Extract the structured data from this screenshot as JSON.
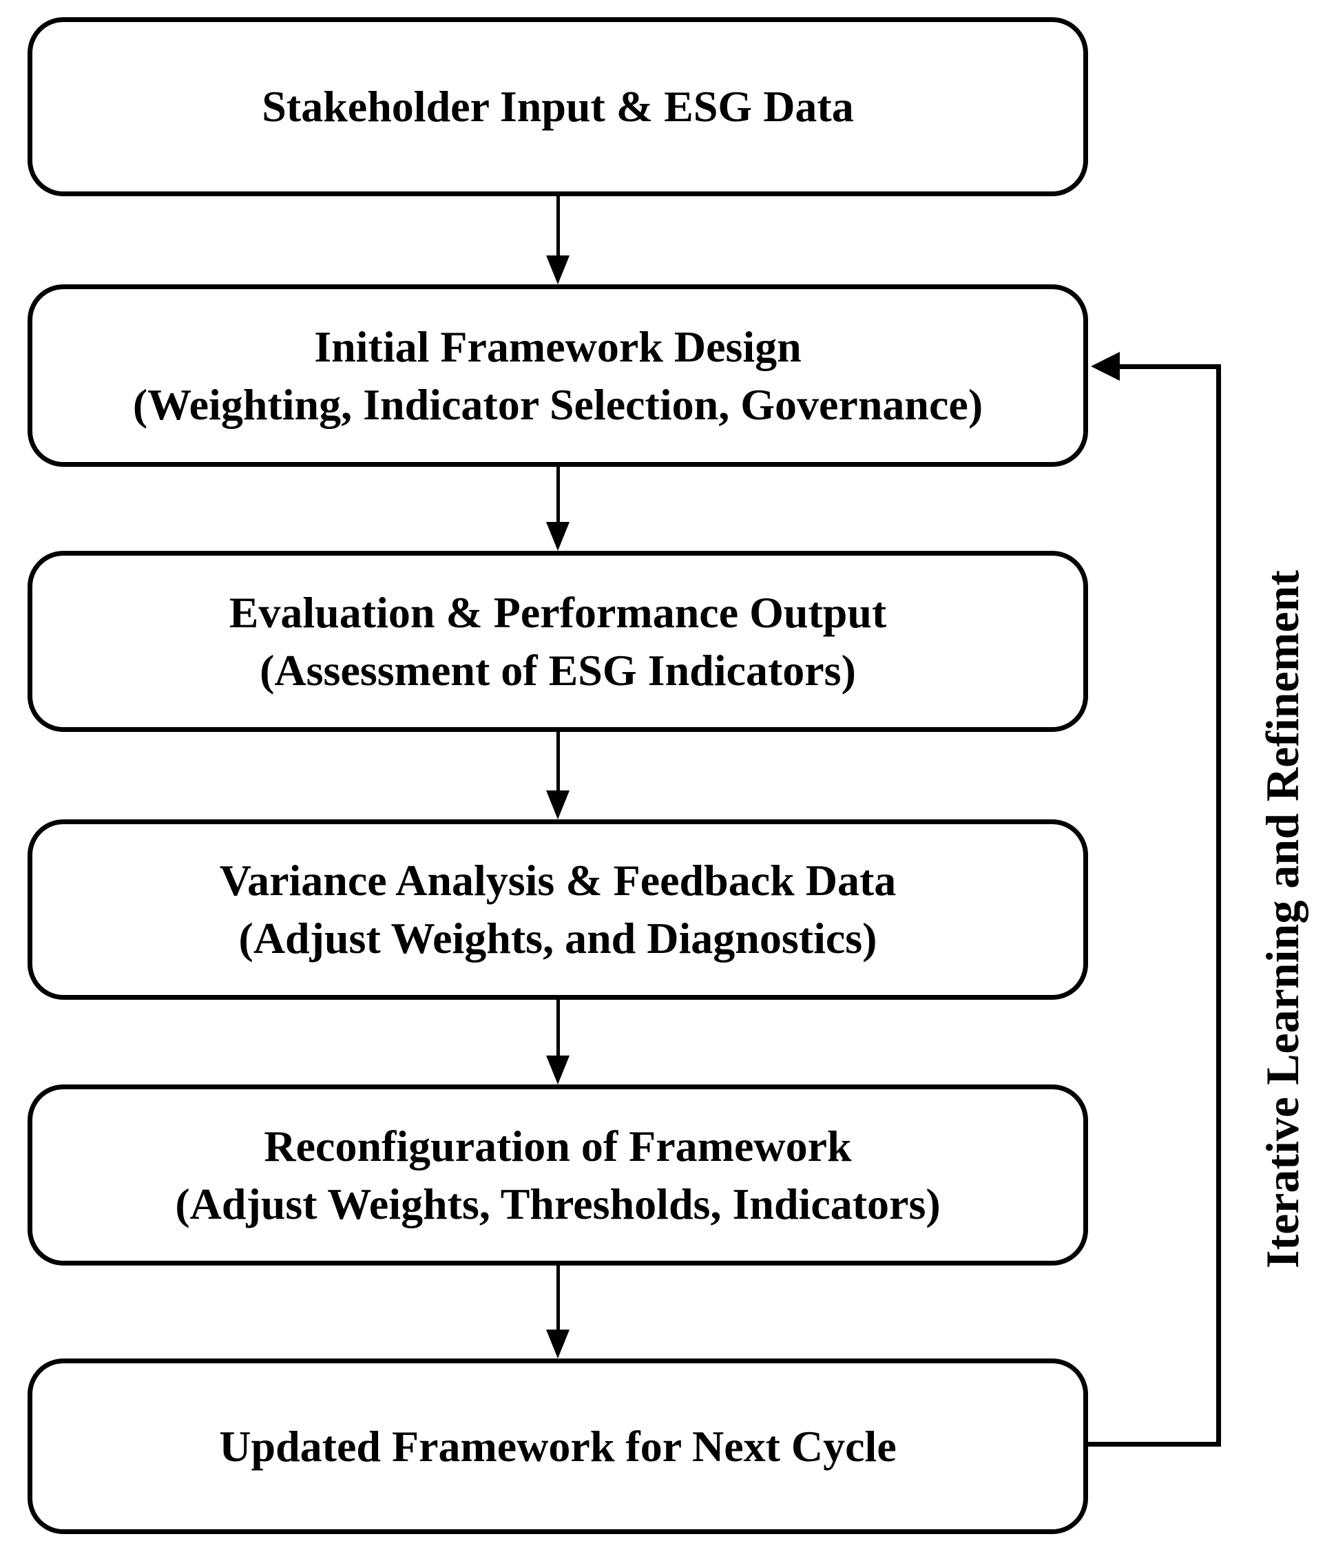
{
  "boxes": [
    {
      "line1": "Stakeholder Input & ESG Data"
    },
    {
      "line1": "Initial Framework Design",
      "line2": "(Weighting, Indicator Selection, Governance)"
    },
    {
      "line1": "Evaluation & Performance Output",
      "line2": "(Assessment of ESG Indicators)"
    },
    {
      "line1": "Variance Analysis & Feedback Data",
      "line2": "(Adjust Weights, and Diagnostics)"
    },
    {
      "line1": "Reconfiguration of Framework",
      "line2": "(Adjust Weights, Thresholds, Indicators)"
    },
    {
      "line1": "Updated Framework for Next Cycle"
    }
  ],
  "loop_label": "Iterative Learning and Refinement",
  "colors": {
    "line": "#000000",
    "background": "#ffffff",
    "box_fill": "#ffffff",
    "text": "#000000"
  }
}
